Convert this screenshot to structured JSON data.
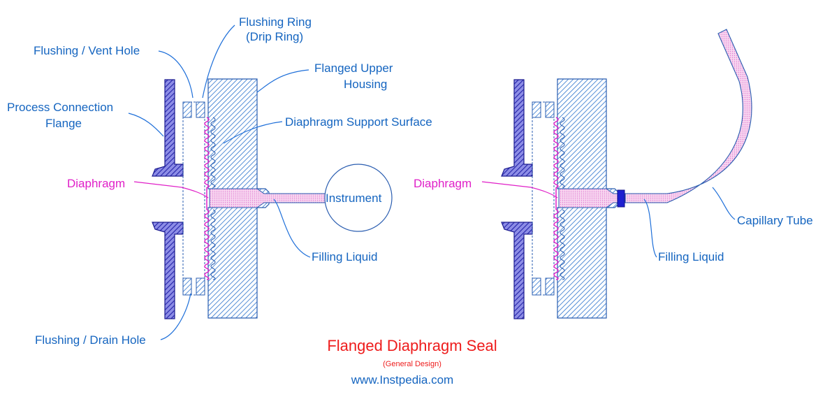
{
  "labels": {
    "flushing_ring": "Flushing Ring",
    "drip_ring": "(Drip Ring)",
    "vent_hole": "Flushing / Vent Hole",
    "upper_housing_1": "Flanged Upper",
    "upper_housing_2": "Housing",
    "process_flange_1": "Process Connection",
    "process_flange_2": "Flange",
    "support_surface": "Diaphragm Support Surface",
    "diaphragm_left": "Diaphragm",
    "instrument": "Instrument",
    "filling_liquid_left": "Filling Liquid",
    "drain_hole": "Flushing / Drain Hole",
    "diaphragm_right": "Diaphragm",
    "capillary_tube": "Capillary Tube",
    "filling_liquid_right": "Filling Liquid"
  },
  "footer": {
    "title": "Flanged Diaphragm Seal",
    "subtitle": "(General Design)",
    "website": "www.Instpedia.com"
  },
  "colors": {
    "label_blue": "#1565c0",
    "diaphragm_pink": "#e020c8",
    "flange_navy": "#2b2bb8",
    "housing_blue": "#2a6fc9",
    "title_red": "#ee1c1c",
    "fill_liquid": "#f3c4ea"
  }
}
